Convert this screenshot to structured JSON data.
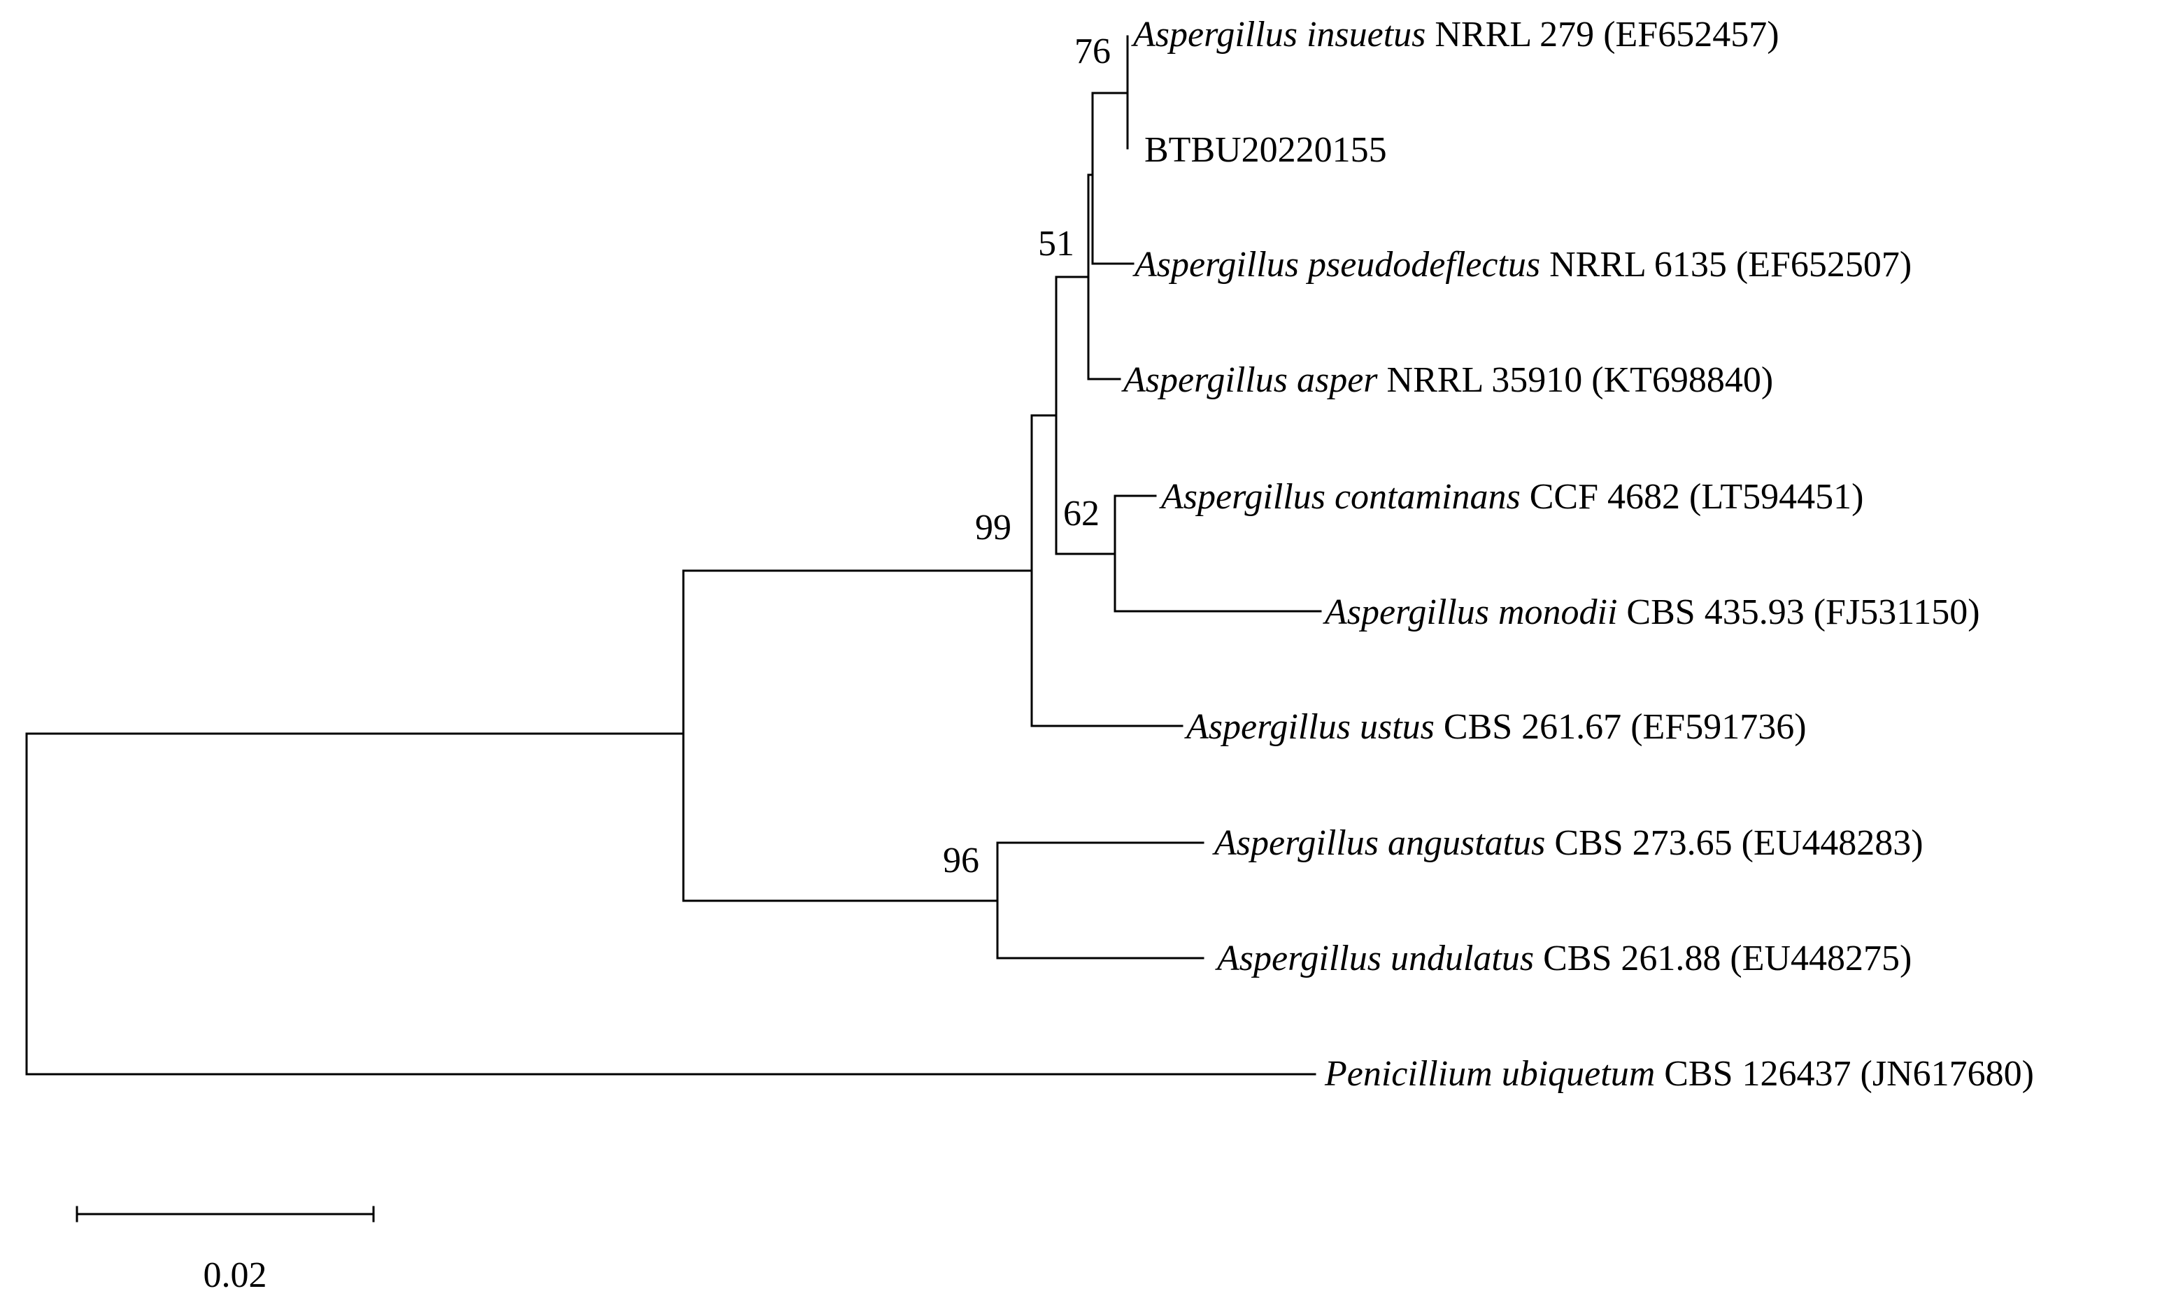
{
  "tree": {
    "taxa": [
      {
        "id": "insuetus",
        "genus": "Aspergillus",
        "species": "insuetus",
        "strain": "NRRL 279",
        "accession": "(EF652457)"
      },
      {
        "id": "btbu",
        "label": "BTBU20220155"
      },
      {
        "id": "pseudodeflectus",
        "genus": "Aspergillus",
        "species": "pseudodeflectus",
        "strain": "NRRL 6135",
        "accession": "(EF652507)"
      },
      {
        "id": "asper",
        "genus": "Aspergillus",
        "species": "asper",
        "strain": "NRRL 35910",
        "accession": "(KT698840)"
      },
      {
        "id": "contaminans",
        "genus": "Aspergillus",
        "species": "contaminans",
        "strain": "CCF 4682",
        "accession": "(LT594451)"
      },
      {
        "id": "monodii",
        "genus": "Aspergillus",
        "species": "monodii",
        "strain": "CBS 435.93",
        "accession": "(FJ531150)"
      },
      {
        "id": "ustus",
        "genus": "Aspergillus",
        "species": "ustus",
        "strain": "CBS 261.67",
        "accession": "(EF591736)"
      },
      {
        "id": "angustatus",
        "genus": "Aspergillus",
        "species": "angustatus",
        "strain": "CBS 273.65",
        "accession": "(EU448283)"
      },
      {
        "id": "undulatus",
        "genus": "Aspergillus",
        "species": "undulatus",
        "strain": "CBS 261.88",
        "accession": "(EU448275)"
      },
      {
        "id": "ubiquetum",
        "genus": "Penicillium",
        "species": "ubiquetum",
        "strain": "CBS 126437",
        "accession": "(JN617680)"
      }
    ],
    "bootstrap": {
      "insuetus_btbu": "76",
      "core_clade": "51",
      "contaminans_monodii": "62",
      "ustus_clade": "99",
      "angustatus_undulatus": "96"
    },
    "scale_bar_label": "0.02"
  }
}
